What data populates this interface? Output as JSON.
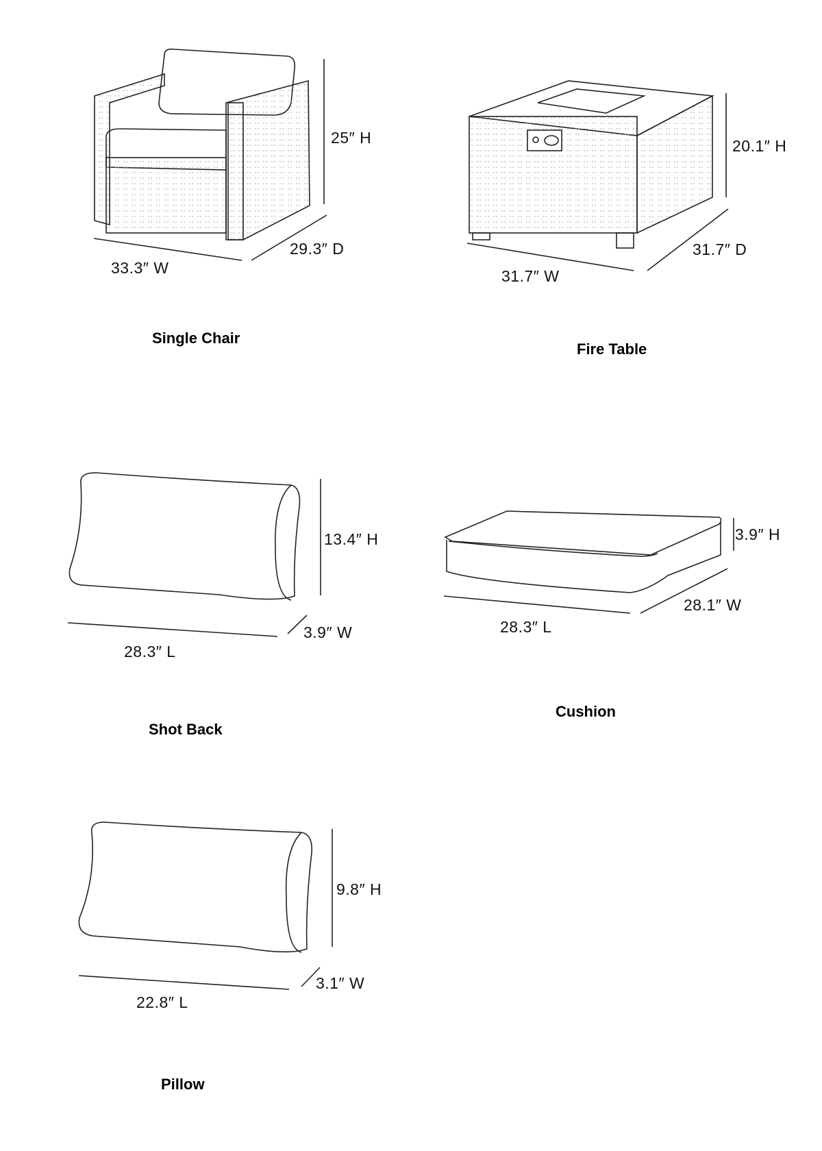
{
  "items": {
    "single_chair": {
      "name": "Single Chair",
      "height": "25″ H",
      "depth": "29.3″ D",
      "width": "33.3″ W"
    },
    "fire_table": {
      "name": "Fire Table",
      "height": "20.1″ H",
      "depth": "31.7″ D",
      "width": "31.7″ W"
    },
    "shot_back": {
      "name": "Shot Back",
      "height": "13.4″ H",
      "width": "3.9″ W",
      "length": "28.3″ L"
    },
    "cushion": {
      "name": "Cushion",
      "height": "3.9″ H",
      "width": "28.1″ W",
      "length": "28.3″ L"
    },
    "pillow": {
      "name": "Pillow",
      "height": "9.8″ H",
      "width": "3.1″ W",
      "length": "22.8″ L"
    }
  }
}
